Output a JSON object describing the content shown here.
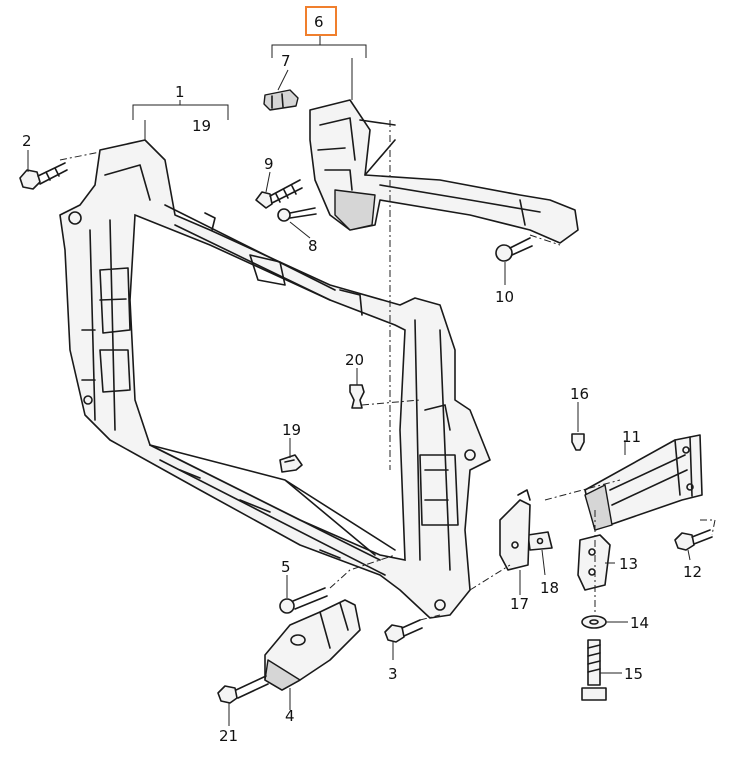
{
  "callouts": [
    {
      "id": "1",
      "label": "1"
    },
    {
      "id": "19a",
      "label": "19"
    },
    {
      "id": "2",
      "label": "2"
    },
    {
      "id": "6",
      "label": "6"
    },
    {
      "id": "7",
      "label": "7"
    },
    {
      "id": "9",
      "label": "9"
    },
    {
      "id": "8",
      "label": "8"
    },
    {
      "id": "10",
      "label": "10"
    },
    {
      "id": "20",
      "label": "20"
    },
    {
      "id": "19b",
      "label": "19"
    },
    {
      "id": "16",
      "label": "16"
    },
    {
      "id": "11",
      "label": "11"
    },
    {
      "id": "13",
      "label": "13"
    },
    {
      "id": "12",
      "label": "12"
    },
    {
      "id": "18",
      "label": "18"
    },
    {
      "id": "17",
      "label": "17"
    },
    {
      "id": "14",
      "label": "14"
    },
    {
      "id": "15",
      "label": "15"
    },
    {
      "id": "5",
      "label": "5"
    },
    {
      "id": "3",
      "label": "3"
    },
    {
      "id": "4",
      "label": "4"
    },
    {
      "id": "21",
      "label": "21"
    }
  ],
  "highlight_color": "#f07f2d",
  "highlighted_callout": "6"
}
